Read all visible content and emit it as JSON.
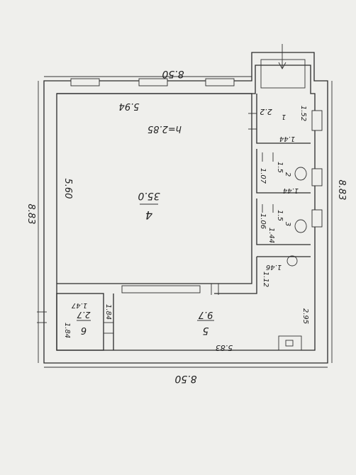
{
  "overall": {
    "width_top": "8.50",
    "width_bottom": "8.50",
    "depth_left": "8.83",
    "depth_right": "8.83"
  },
  "ceiling": {
    "text": "h=2.85"
  },
  "rooms": [
    {
      "number": "4",
      "area": "35.0",
      "dims": [
        "5.94",
        "5.60"
      ]
    },
    {
      "number": "1",
      "area": "2.2",
      "dims": [
        "1.52",
        "1.44"
      ]
    },
    {
      "number": "2",
      "area": "1.5",
      "dims": [
        "1.07",
        "1.44"
      ]
    },
    {
      "number": "3",
      "area": "1.5",
      "dims": [
        "1.06",
        "1.44"
      ]
    },
    {
      "number": "5",
      "area": "9.7",
      "dims": [
        "5.83",
        "2.95",
        "1.12",
        "1.46"
      ]
    },
    {
      "number": "6",
      "area": "2.7",
      "dims": [
        "1.47",
        "1.84",
        "1.84"
      ]
    }
  ]
}
